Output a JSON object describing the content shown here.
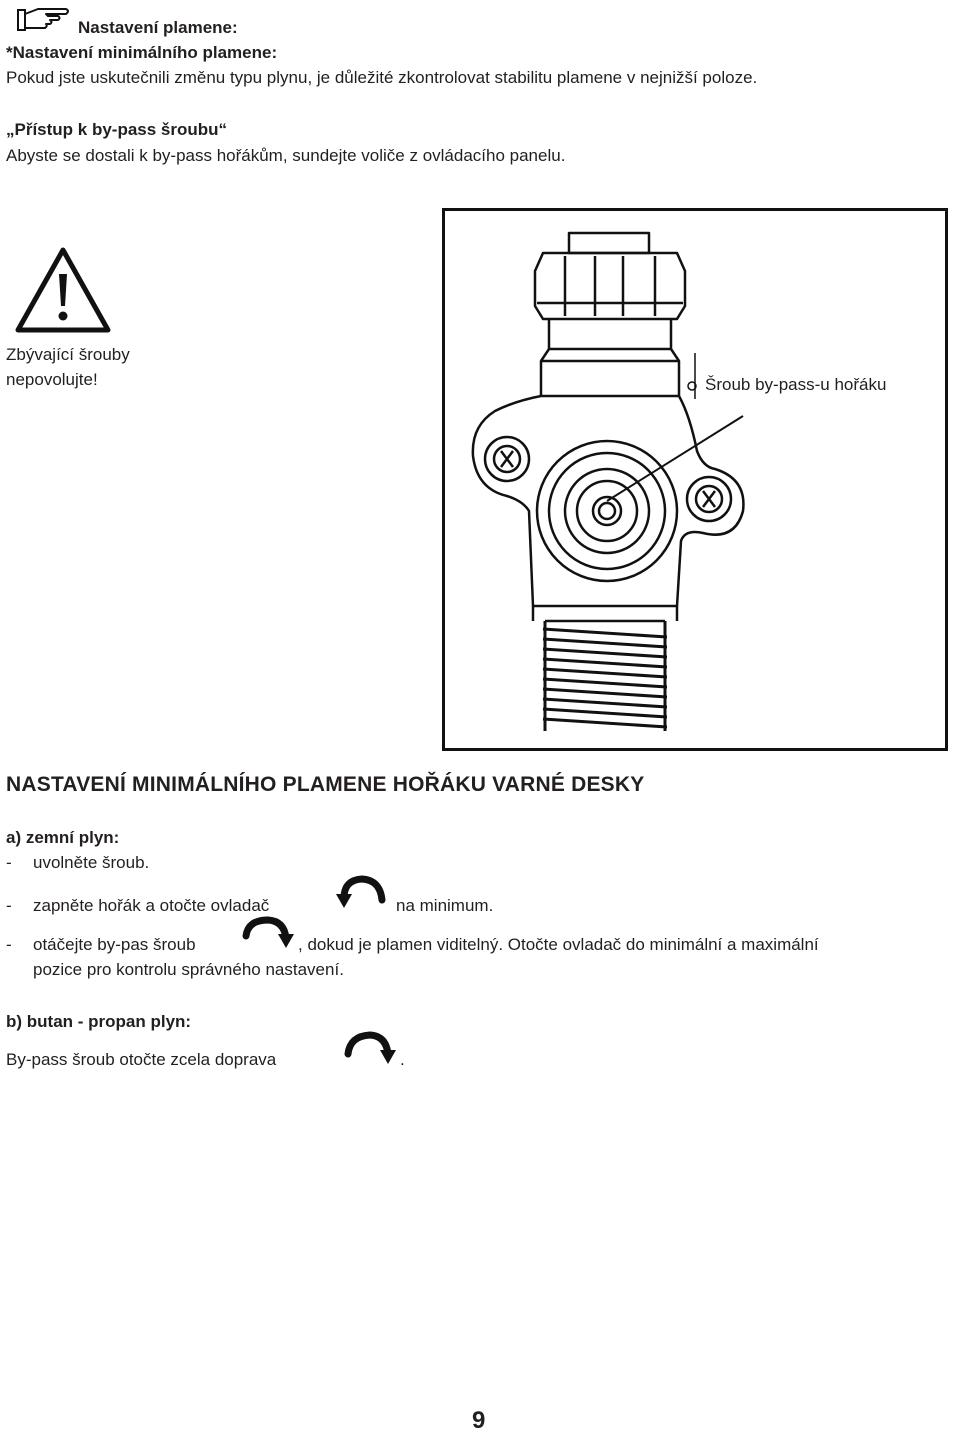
{
  "section_title": "Nastavení plamene:",
  "subsection_title": "*Nastavení minimálního plamene:",
  "intro_text": "Pokud jste uskutečnili změnu typu plynu, je důležité zkontrolovat stabilitu plamene v nejnižší poloze.",
  "access_title": "„Přístup k by-pass šroubu“",
  "access_text": "Abyste se dostali k by-pass hořákům, sundejte voliče z ovládacího panelu.",
  "warning": {
    "line1": "Zbývající šrouby",
    "line2": "nepovolujte!"
  },
  "figure": {
    "callout_label": "Šroub by-pass-u hořáku"
  },
  "main_heading": "NASTAVENÍ MINIMÁLNÍHO PLAMENE HOŘÁKU VARNÉ DESKY",
  "natural_gas": {
    "title": "a) zemní plyn:",
    "step1": "uvolněte šroub.",
    "step2_before": "zapněte hořák a otočte ovladač",
    "step2_after": "na minimum.",
    "step3_before": "otáčejte by-pas šroub",
    "step3_after": ", dokud je plamen viditelný. Otočte ovladač do minimální a maximální",
    "step3_line2": "pozice pro kontrolu správného nastavení.",
    "dash": "-"
  },
  "lpg": {
    "title": "b) butan - propan plyn:",
    "text_before": "By-pass šroub otočte zcela doprava",
    "text_after": "."
  },
  "page_number": "9"
}
